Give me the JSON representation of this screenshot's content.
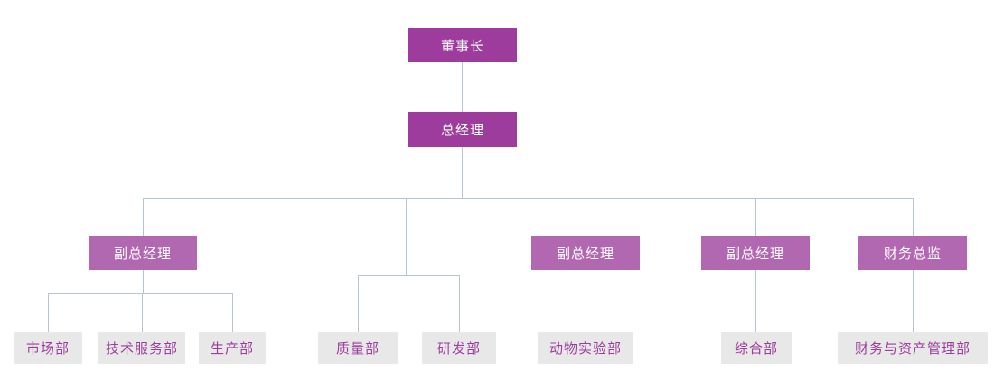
{
  "colors": {
    "background": "#FFFFFF",
    "executive-box": "#9D3C9D",
    "manager-box": "#B168B1",
    "dept-box-bg": "#E9E8E8",
    "dept-box-text": "#9B3E9B",
    "connector": "#B7C5D0"
  },
  "nodes": {
    "chairman": "董事长",
    "general_manager": "总经理",
    "deputy_gm_1": "副总经理",
    "deputy_gm_2": "副总经理",
    "deputy_gm_3": "副总经理",
    "finance_director": "财务总监",
    "marketing_dept": "市场部",
    "tech_service_dept": "技术服务部",
    "production_dept": "生产部",
    "quality_dept": "质量部",
    "rnd_dept": "研发部",
    "animal_lab_dept": "动物实验部",
    "general_affairs_dept": "综合部",
    "finance_asset_dept": "财务与资产管理部"
  },
  "hierarchy": {
    "chairman": [
      "general_manager"
    ],
    "general_manager": [
      "deputy_gm_1",
      "quality_rnd_group",
      "deputy_gm_2",
      "deputy_gm_3",
      "finance_director"
    ],
    "deputy_gm_1": [
      "marketing_dept",
      "tech_service_dept",
      "production_dept"
    ],
    "quality_rnd_group": [
      "quality_dept",
      "rnd_dept"
    ],
    "deputy_gm_2": [
      "animal_lab_dept"
    ],
    "deputy_gm_3": [
      "general_affairs_dept"
    ],
    "finance_director": [
      "finance_asset_dept"
    ]
  }
}
